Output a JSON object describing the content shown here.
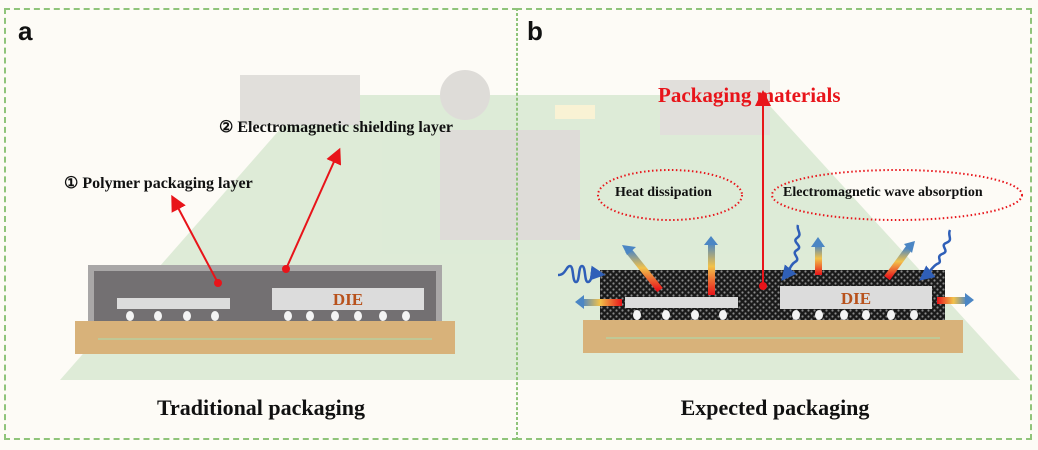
{
  "panels": {
    "a": {
      "letter": "a",
      "caption": "Traditional packaging",
      "labels": {
        "polymer_layer": "① Polymer packaging layer",
        "shielding_layer": "② Electromagnetic shielding layer"
      },
      "die_label": "DIE"
    },
    "b": {
      "letter": "b",
      "caption": "Expected packaging",
      "title": "Packaging materials",
      "features": {
        "heat": "Heat dissipation",
        "emw": "Electromagnetic wave absorption"
      },
      "die_label": "DIE"
    }
  },
  "colors": {
    "accent_red": "#e8141a",
    "die_text": "#b8521c",
    "substrate": "#d8b27a",
    "shield": "#a9a7a7",
    "polymer": "#737072",
    "frame": "#8fc47a",
    "wave_blue": "#2f5fb8"
  }
}
